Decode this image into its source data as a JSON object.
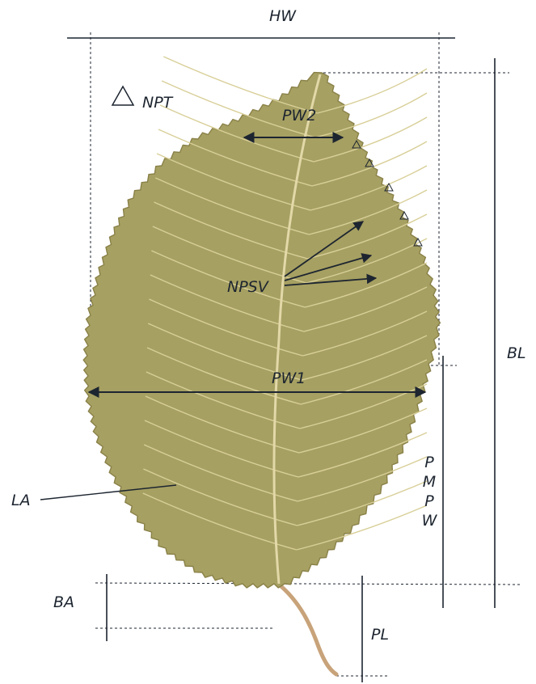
{
  "labels": {
    "hw": "HW",
    "npt": "NPT",
    "pw2": "PW2",
    "npsv": "NPSV",
    "pw1": "PW1",
    "bl": "BL",
    "la": "LA",
    "pmpw": [
      "P",
      "M",
      "P",
      "W"
    ],
    "ba": "BA",
    "pl": "PL"
  },
  "colors": {
    "leaf_fill": "#a6a062",
    "leaf_outline": "#8a8148",
    "vein": "#d8cf98",
    "midrib": "#e2d8a8",
    "petiole": "#c8a37a",
    "line": "#1d2530"
  },
  "icons": {
    "tooth_marker": "triangle-outline-icon"
  }
}
